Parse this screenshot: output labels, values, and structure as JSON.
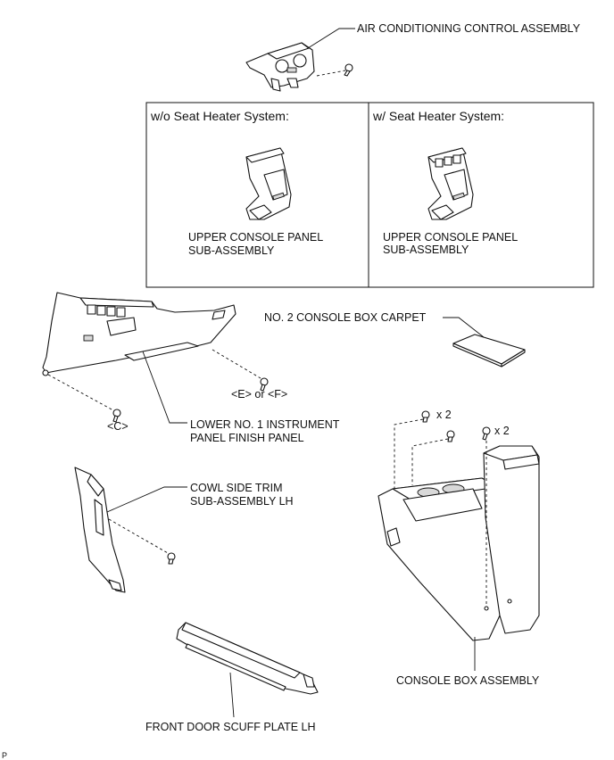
{
  "labels": {
    "air_conditioning": "AIR CONDITIONING CONTROL ASSEMBLY",
    "wo_seat_heater": "w/o Seat Heater System:",
    "w_seat_heater": "w/ Seat Heater System:",
    "upper_console_1_line1": "UPPER CONSOLE PANEL",
    "upper_console_1_line2": "SUB-ASSEMBLY",
    "upper_console_2_line1": "UPPER CONSOLE PANEL",
    "upper_console_2_line2": "SUB-ASSEMBLY",
    "console_box_carpet": "NO. 2 CONSOLE BOX CARPET",
    "e_or_f": "<E> or <F>",
    "c_label": "<C>",
    "lower_panel_line1": "LOWER NO. 1 INSTRUMENT",
    "lower_panel_line2": "PANEL FINISH PANEL",
    "qty_clip": "x 2",
    "qty_screw": "x 2",
    "cowl_line1": "COWL SIDE TRIM",
    "cowl_line2": "SUB-ASSEMBLY LH",
    "console_box": "CONSOLE BOX ASSEMBLY",
    "scuff_plate": "FRONT DOOR SCUFF PLATE LH",
    "corner_mark": "P"
  }
}
